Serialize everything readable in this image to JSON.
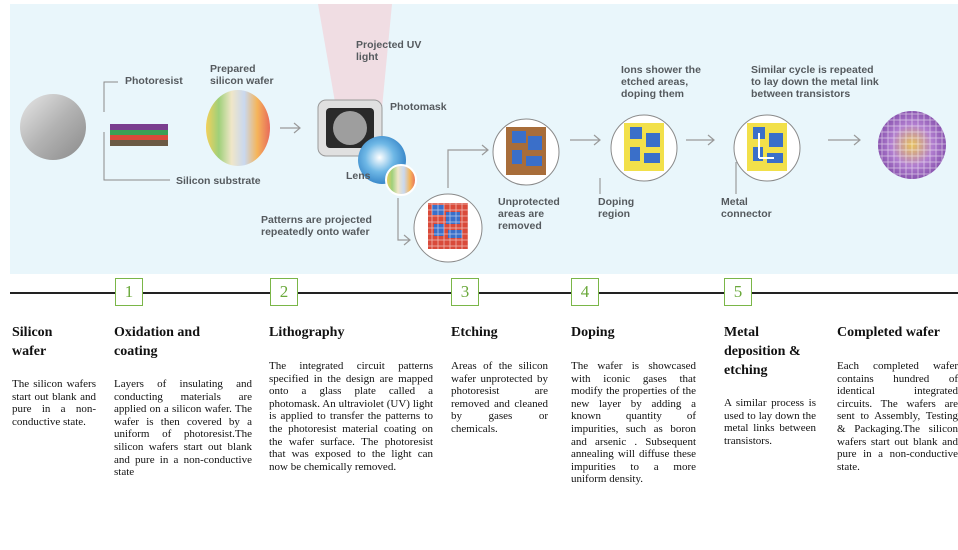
{
  "diagram": {
    "labels": {
      "photoresist": "Photoresist",
      "prepared_wafer": "Prepared\nsilicon wafer",
      "silicon_substrate": "Silicon substrate",
      "projected_uv": "Projected UV\nlight",
      "photomask": "Photomask",
      "lens": "Lens",
      "patterns_projected": "Patterns are projected\nrepeatedly onto wafer",
      "unprotected": "Unprotected\nareas are\nremoved",
      "ions_shower": "Ions shower the\netched areas,\ndoping them",
      "doping_region": "Doping\nregion",
      "similar_cycle": "Similar cycle is repeated\nto lay down the metal link\nbetween transistors",
      "metal_connector": "Metal\nconnector"
    },
    "colors": {
      "panel": "#e9f6fb",
      "step_border": "#7ab648",
      "pattern_blue": "#3a6fc9",
      "pattern_red": "#d94a3a",
      "doping_yellow": "#f2e04a",
      "wafer_brown": "#a86d3a"
    }
  },
  "steps": [
    {
      "number": "",
      "title": "Silicon\nwafer",
      "text": "The silicon wafers start out blank and pure in a non-conductive state."
    },
    {
      "number": "1",
      "title": "Oxidation and\ncoating",
      "text": "Layers of insulating and conducting materials are applied on a silicon wafer. The wafer is then covered by a uniform of photoresist.The silicon wafers start out blank and pure in a non-conductive state"
    },
    {
      "number": "2",
      "title": "Lithography",
      "text": "The integrated circuit patterns specified in the design are mapped onto a glass plate called a photomask. An ultraviolet (UV) light is applied to transfer the patterns to the photoresist material coating on the wafer surface. The photoresist that was exposed to the light can now be chemically removed."
    },
    {
      "number": "3",
      "title": "Etching",
      "text": "Areas of the silicon wafer unprotected by photoresist are removed and cleaned by gases or chemicals."
    },
    {
      "number": "4",
      "title": "Doping",
      "text": "The wafer is showcased with iconic gases that modify the properties of the new layer by adding a known quantity of impurities, such as boron and arsenic . Subsequent annealing will diffuse these impurities to a more uniform density."
    },
    {
      "number": "5",
      "title": "Metal\ndeposition &\netching",
      "text": "A similar process is used to lay down the metal links between transistors."
    },
    {
      "number": "",
      "title": "Completed wafer",
      "text": "Each completed wafer contains hundred of identical integrated circuits. The wafers are sent to Assembly, Testing & Packaging.The silicon wafers start out blank and pure in a non-conductive state."
    }
  ]
}
